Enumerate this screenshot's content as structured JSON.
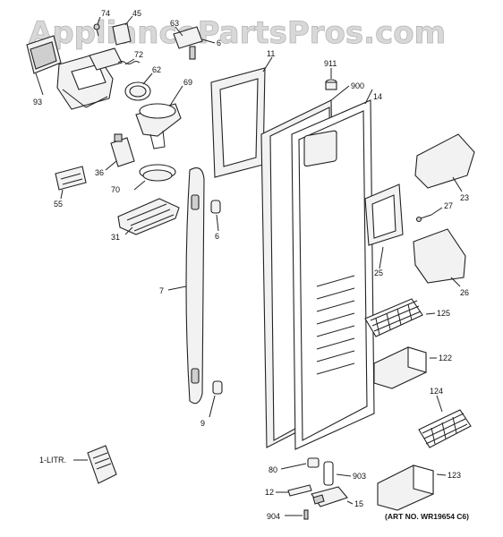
{
  "watermark": "AppliancePartsPros.com",
  "art_number": "(ART NO. WR19654 C6)",
  "callouts": [
    {
      "id": "c74",
      "text": "74"
    },
    {
      "id": "c45",
      "text": "45"
    },
    {
      "id": "c63",
      "text": "63"
    },
    {
      "id": "c6a",
      "text": "6"
    },
    {
      "id": "c93",
      "text": "93"
    },
    {
      "id": "c72",
      "text": "72"
    },
    {
      "id": "c62",
      "text": "62"
    },
    {
      "id": "c69",
      "text": "69"
    },
    {
      "id": "c11",
      "text": "11"
    },
    {
      "id": "c911",
      "text": "911"
    },
    {
      "id": "c900",
      "text": "900"
    },
    {
      "id": "c14",
      "text": "14"
    },
    {
      "id": "c36",
      "text": "36"
    },
    {
      "id": "c55",
      "text": "55"
    },
    {
      "id": "c70",
      "text": "70"
    },
    {
      "id": "c31",
      "text": "31"
    },
    {
      "id": "c6b",
      "text": "6"
    },
    {
      "id": "c7",
      "text": "7"
    },
    {
      "id": "c9",
      "text": "9"
    },
    {
      "id": "c23",
      "text": "23"
    },
    {
      "id": "c27",
      "text": "27"
    },
    {
      "id": "c25",
      "text": "25"
    },
    {
      "id": "c26",
      "text": "26"
    },
    {
      "id": "c125",
      "text": "125"
    },
    {
      "id": "c122",
      "text": "122"
    },
    {
      "id": "c124",
      "text": "124"
    },
    {
      "id": "c123",
      "text": "123"
    },
    {
      "id": "c1litr",
      "text": "1-LITR."
    },
    {
      "id": "c80",
      "text": "80"
    },
    {
      "id": "c903",
      "text": "903"
    },
    {
      "id": "c12",
      "text": "12"
    },
    {
      "id": "c15",
      "text": "15"
    },
    {
      "id": "c904",
      "text": "904"
    }
  ]
}
